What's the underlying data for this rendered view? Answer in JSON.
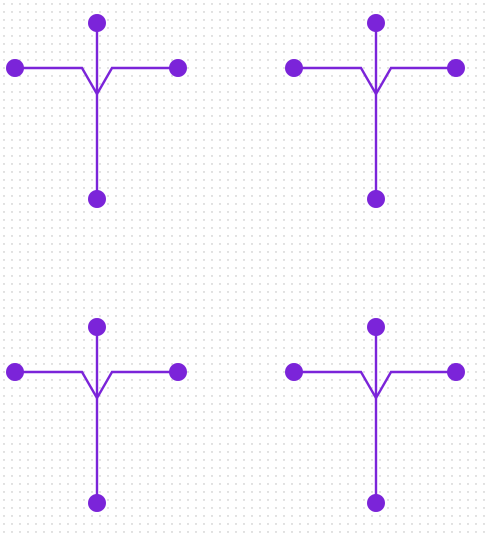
{
  "canvas": {
    "background_color": "#ffffff",
    "grid_dot_color": "#b7b7b7",
    "grid": true
  },
  "style": {
    "symbol_color": "#7b24d9"
  },
  "symbols": [
    {
      "name": "symbol-top-left",
      "type": "antenna-junction",
      "terminals": 4
    },
    {
      "name": "symbol-top-right",
      "type": "antenna-junction",
      "terminals": 4
    },
    {
      "name": "symbol-bottom-left",
      "type": "antenna-junction",
      "terminals": 4
    },
    {
      "name": "symbol-bottom-right",
      "type": "antenna-junction",
      "terminals": 4
    }
  ]
}
